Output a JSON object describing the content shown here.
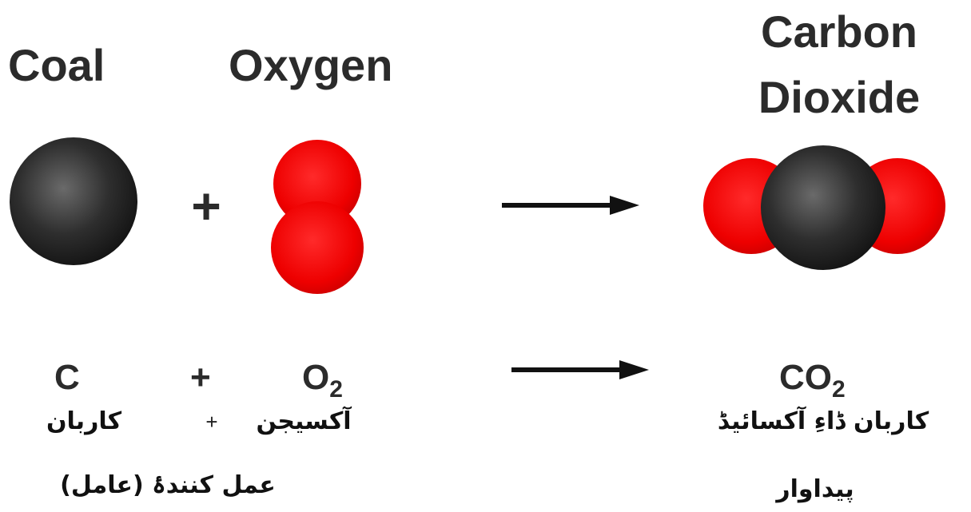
{
  "reactants": {
    "coal_label": "Coal",
    "oxygen_label": "Oxygen"
  },
  "product": {
    "label_line1": "Carbon",
    "label_line2": "Dioxide"
  },
  "plus_symbol": "+",
  "equation": {
    "c": "C",
    "plus": "+",
    "o_base": "O",
    "o_sub": "2",
    "co_base": "CO",
    "co_sub": "2"
  },
  "urdu": {
    "carbon": "کاربان",
    "plus": "+",
    "oxygen": "آکسیجن",
    "carbon_dioxide": "کاربان ڈاءِ آکسائیڈ",
    "reactants_caption": "عمل کنندۂ (عامل)",
    "product_caption": "پیداوار"
  },
  "colors": {
    "carbon_atom": "#2e2e2e",
    "oxygen_atom": "#ee0000",
    "text": "#2b2b2b"
  },
  "icons": {
    "reaction_arrow": "arrow-right-icon"
  }
}
